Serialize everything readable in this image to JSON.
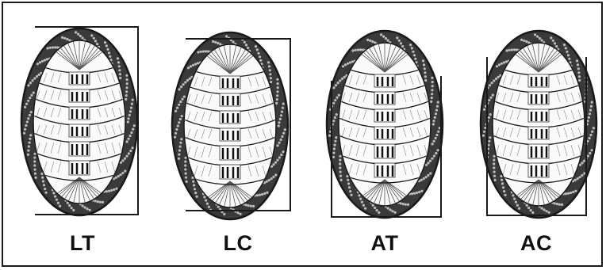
{
  "panels": [
    {
      "id": "lt",
      "label": "LT"
    },
    {
      "id": "lc",
      "label": "LC"
    },
    {
      "id": "at",
      "label": "AT"
    },
    {
      "id": "ac",
      "label": "AC"
    }
  ],
  "colors": {
    "outline": "#1a1a1a",
    "girdle": "#3a3a3a",
    "plate_fill": "#fafafa",
    "bracket": "#1a1a1a"
  }
}
